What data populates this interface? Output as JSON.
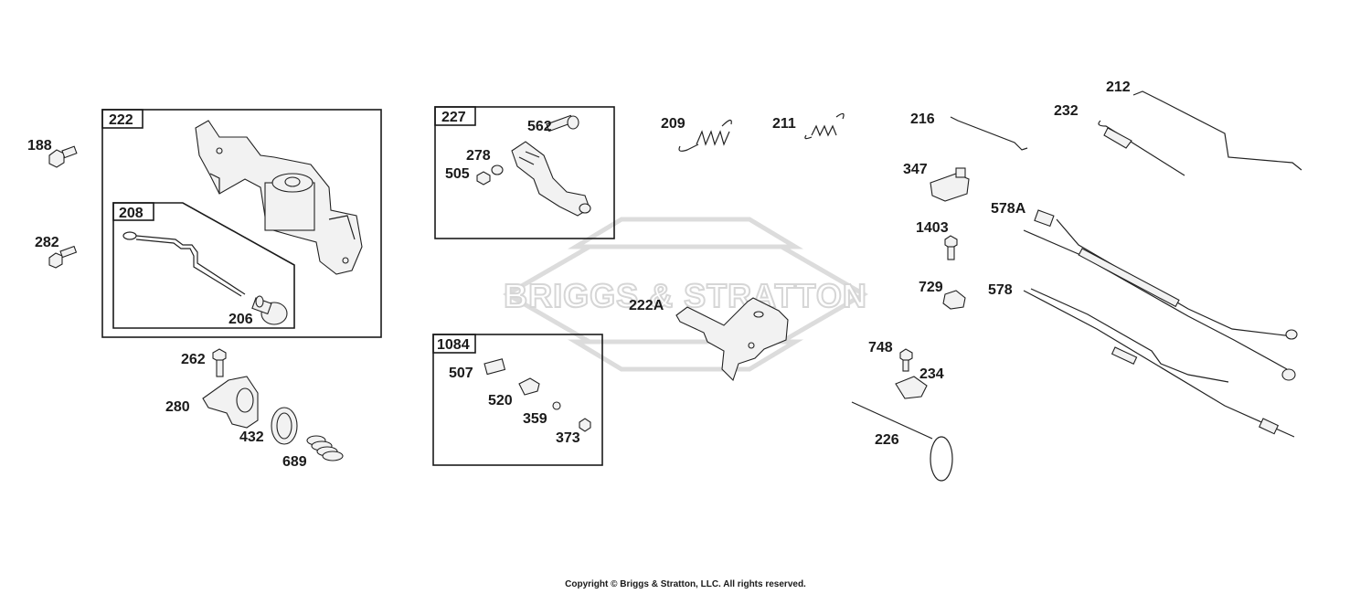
{
  "watermark": {
    "text": "BRIGGS & STRATTON"
  },
  "copyright": "Copyright © Briggs & Stratton, LLC. All rights reserved.",
  "group_boxes": {
    "b222": "222",
    "b208": "208",
    "b227": "227",
    "b1084": "1084"
  },
  "callouts": {
    "p188": "188",
    "p282": "282",
    "p206": "206",
    "p262": "262",
    "p280": "280",
    "p432": "432",
    "p689": "689",
    "p562": "562",
    "p278": "278",
    "p505": "505",
    "p507": "507",
    "p520": "520",
    "p359": "359",
    "p373": "373",
    "p209": "209",
    "p211": "211",
    "p222A": "222A",
    "p216": "216",
    "p232": "232",
    "p212": "212",
    "p347": "347",
    "p578A": "578A",
    "p1403": "1403",
    "p729": "729",
    "p578": "578",
    "p748": "748",
    "p234": "234",
    "p226": "226"
  }
}
